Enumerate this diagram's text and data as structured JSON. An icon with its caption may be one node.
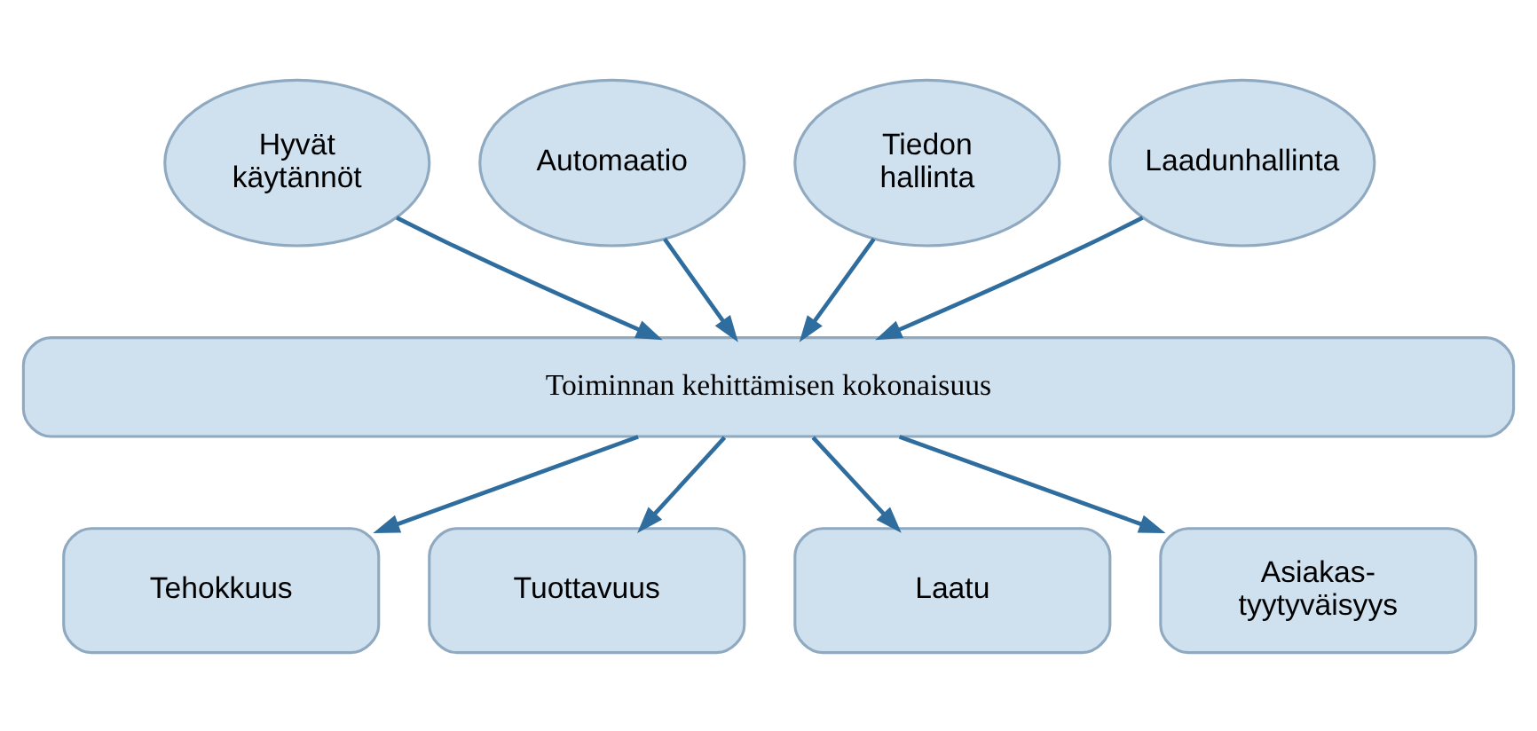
{
  "diagram": {
    "nodes": [
      {
        "text": [
          "Hyvät käytännöt"
        ]
      },
      {
        "text": [
          "Automaatio"
        ]
      },
      {
        "text": [
          "Tiedon hallinta"
        ]
      },
      {
        "text": [
          "Laadunhallinta"
        ]
      },
      {
        "text": [
          "Toiminnan kehittämisen kokonaisuus"
        ]
      },
      {
        "text": [
          "Tehokkuus"
        ]
      },
      {
        "text": [
          "Tuottavuus"
        ]
      },
      {
        "text": [
          "Laatu"
        ]
      },
      {
        "text": [
          "Asiakas- tyytyväisyys"
        ]
      }
    ],
    "edges": [
      {
        "from": 0,
        "to": 4,
        "arrow": "to"
      },
      {
        "from": 1,
        "to": 4,
        "arrow": "to"
      },
      {
        "from": 2,
        "to": 4,
        "arrow": "to"
      },
      {
        "from": 3,
        "to": 4,
        "arrow": "to"
      },
      {
        "from": 4,
        "to": 5,
        "arrow": "to"
      },
      {
        "from": 4,
        "to": 6,
        "arrow": "to"
      },
      {
        "from": 4,
        "to": 7,
        "arrow": "to"
      },
      {
        "from": 4,
        "to": 8,
        "arrow": "to"
      }
    ]
  }
}
